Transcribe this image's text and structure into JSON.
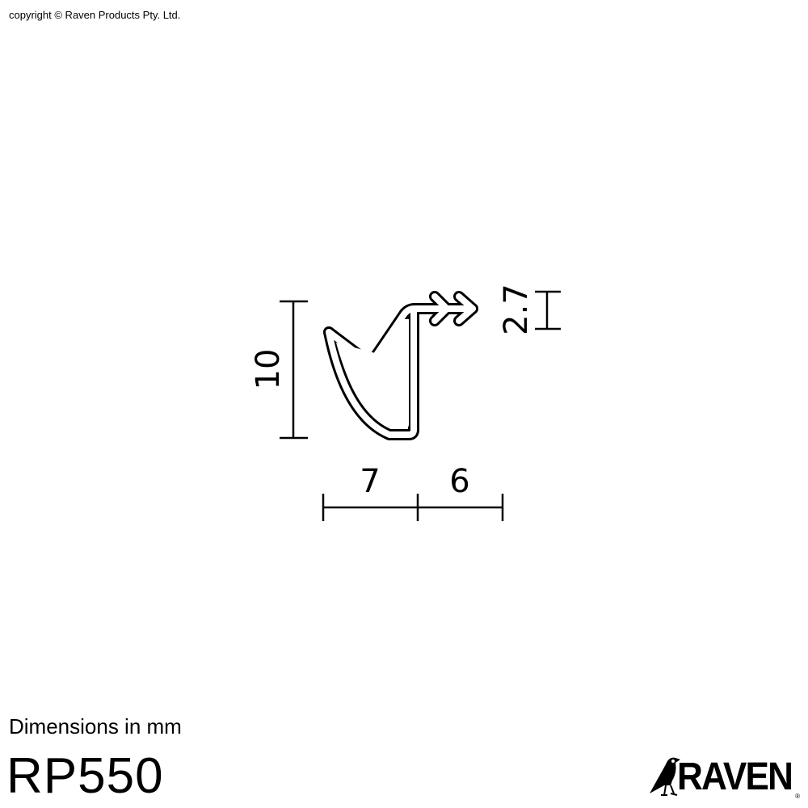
{
  "copyright": "copyright © Raven Products Pty. Ltd.",
  "dimensions": {
    "height": "10",
    "barb_height": "2.7",
    "width_left": "7",
    "width_right": "6"
  },
  "units_note": "Dimensions in mm",
  "product_code": "RP550",
  "brand": {
    "name": "RAVEN",
    "registered": "®"
  }
}
